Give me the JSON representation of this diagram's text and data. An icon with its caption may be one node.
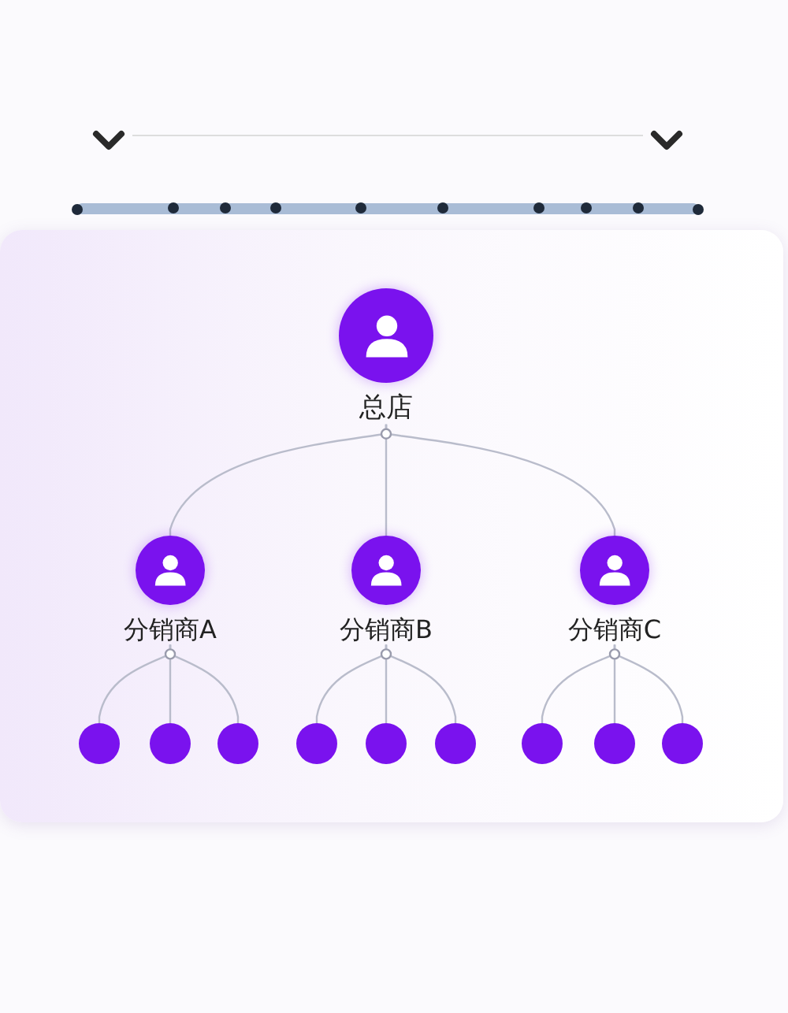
{
  "diagram": {
    "nodes": [
      {
        "text": [
          "总店"
        ]
      },
      {
        "text": [
          "分销商A"
        ]
      },
      {
        "text": [
          "分销商B"
        ]
      },
      {
        "text": [
          "分销商C"
        ]
      },
      {
        "text": [],
        "shape": "circle"
      },
      {
        "text": [],
        "shape": "circle"
      },
      {
        "text": [],
        "shape": "circle"
      },
      {
        "text": [],
        "shape": "circle"
      },
      {
        "text": [],
        "shape": "circle"
      },
      {
        "text": [],
        "shape": "circle"
      },
      {
        "text": [],
        "shape": "circle"
      },
      {
        "text": [],
        "shape": "circle"
      },
      {
        "text": [],
        "shape": "circle"
      }
    ],
    "edges": [
      {
        "from": 0,
        "to": 1,
        "arrow": "none"
      },
      {
        "from": 0,
        "to": 2,
        "arrow": "none"
      },
      {
        "from": 0,
        "to": 3,
        "arrow": "none"
      },
      {
        "from": 1,
        "to": 4,
        "arrow": "none"
      },
      {
        "from": 1,
        "to": 5,
        "arrow": "none"
      },
      {
        "from": 1,
        "to": 6,
        "arrow": "none"
      },
      {
        "from": 2,
        "to": 7,
        "arrow": "none"
      },
      {
        "from": 2,
        "to": 8,
        "arrow": "none"
      },
      {
        "from": 2,
        "to": 9,
        "arrow": "none"
      },
      {
        "from": 3,
        "to": 10,
        "arrow": "none"
      },
      {
        "from": 3,
        "to": 11,
        "arrow": "none"
      },
      {
        "from": 3,
        "to": 12,
        "arrow": "none"
      }
    ]
  }
}
